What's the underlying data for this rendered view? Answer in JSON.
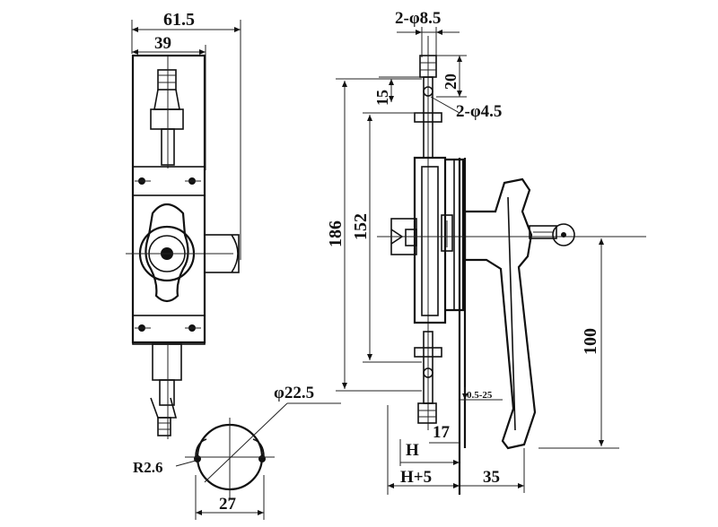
{
  "drawing": {
    "front_view": {
      "dims": {
        "overall_width": "61.5",
        "plate_width": "39",
        "screw_radius": "R2.6",
        "flange_diameter": "φ22.5",
        "flange_width": "27"
      }
    },
    "side_view": {
      "dims": {
        "mount_holes": "2-φ8.5",
        "rod_holes": "2-φ4.5",
        "top_offset": "20",
        "top_clearance": "15",
        "overall_height": "186",
        "hole_spacing": "152",
        "handle_height": "100",
        "panel_range": "0.5-25",
        "rod_length": "17",
        "thickness_h": "H",
        "thickness_h5": "H+5",
        "handle_depth": "35"
      }
    }
  }
}
